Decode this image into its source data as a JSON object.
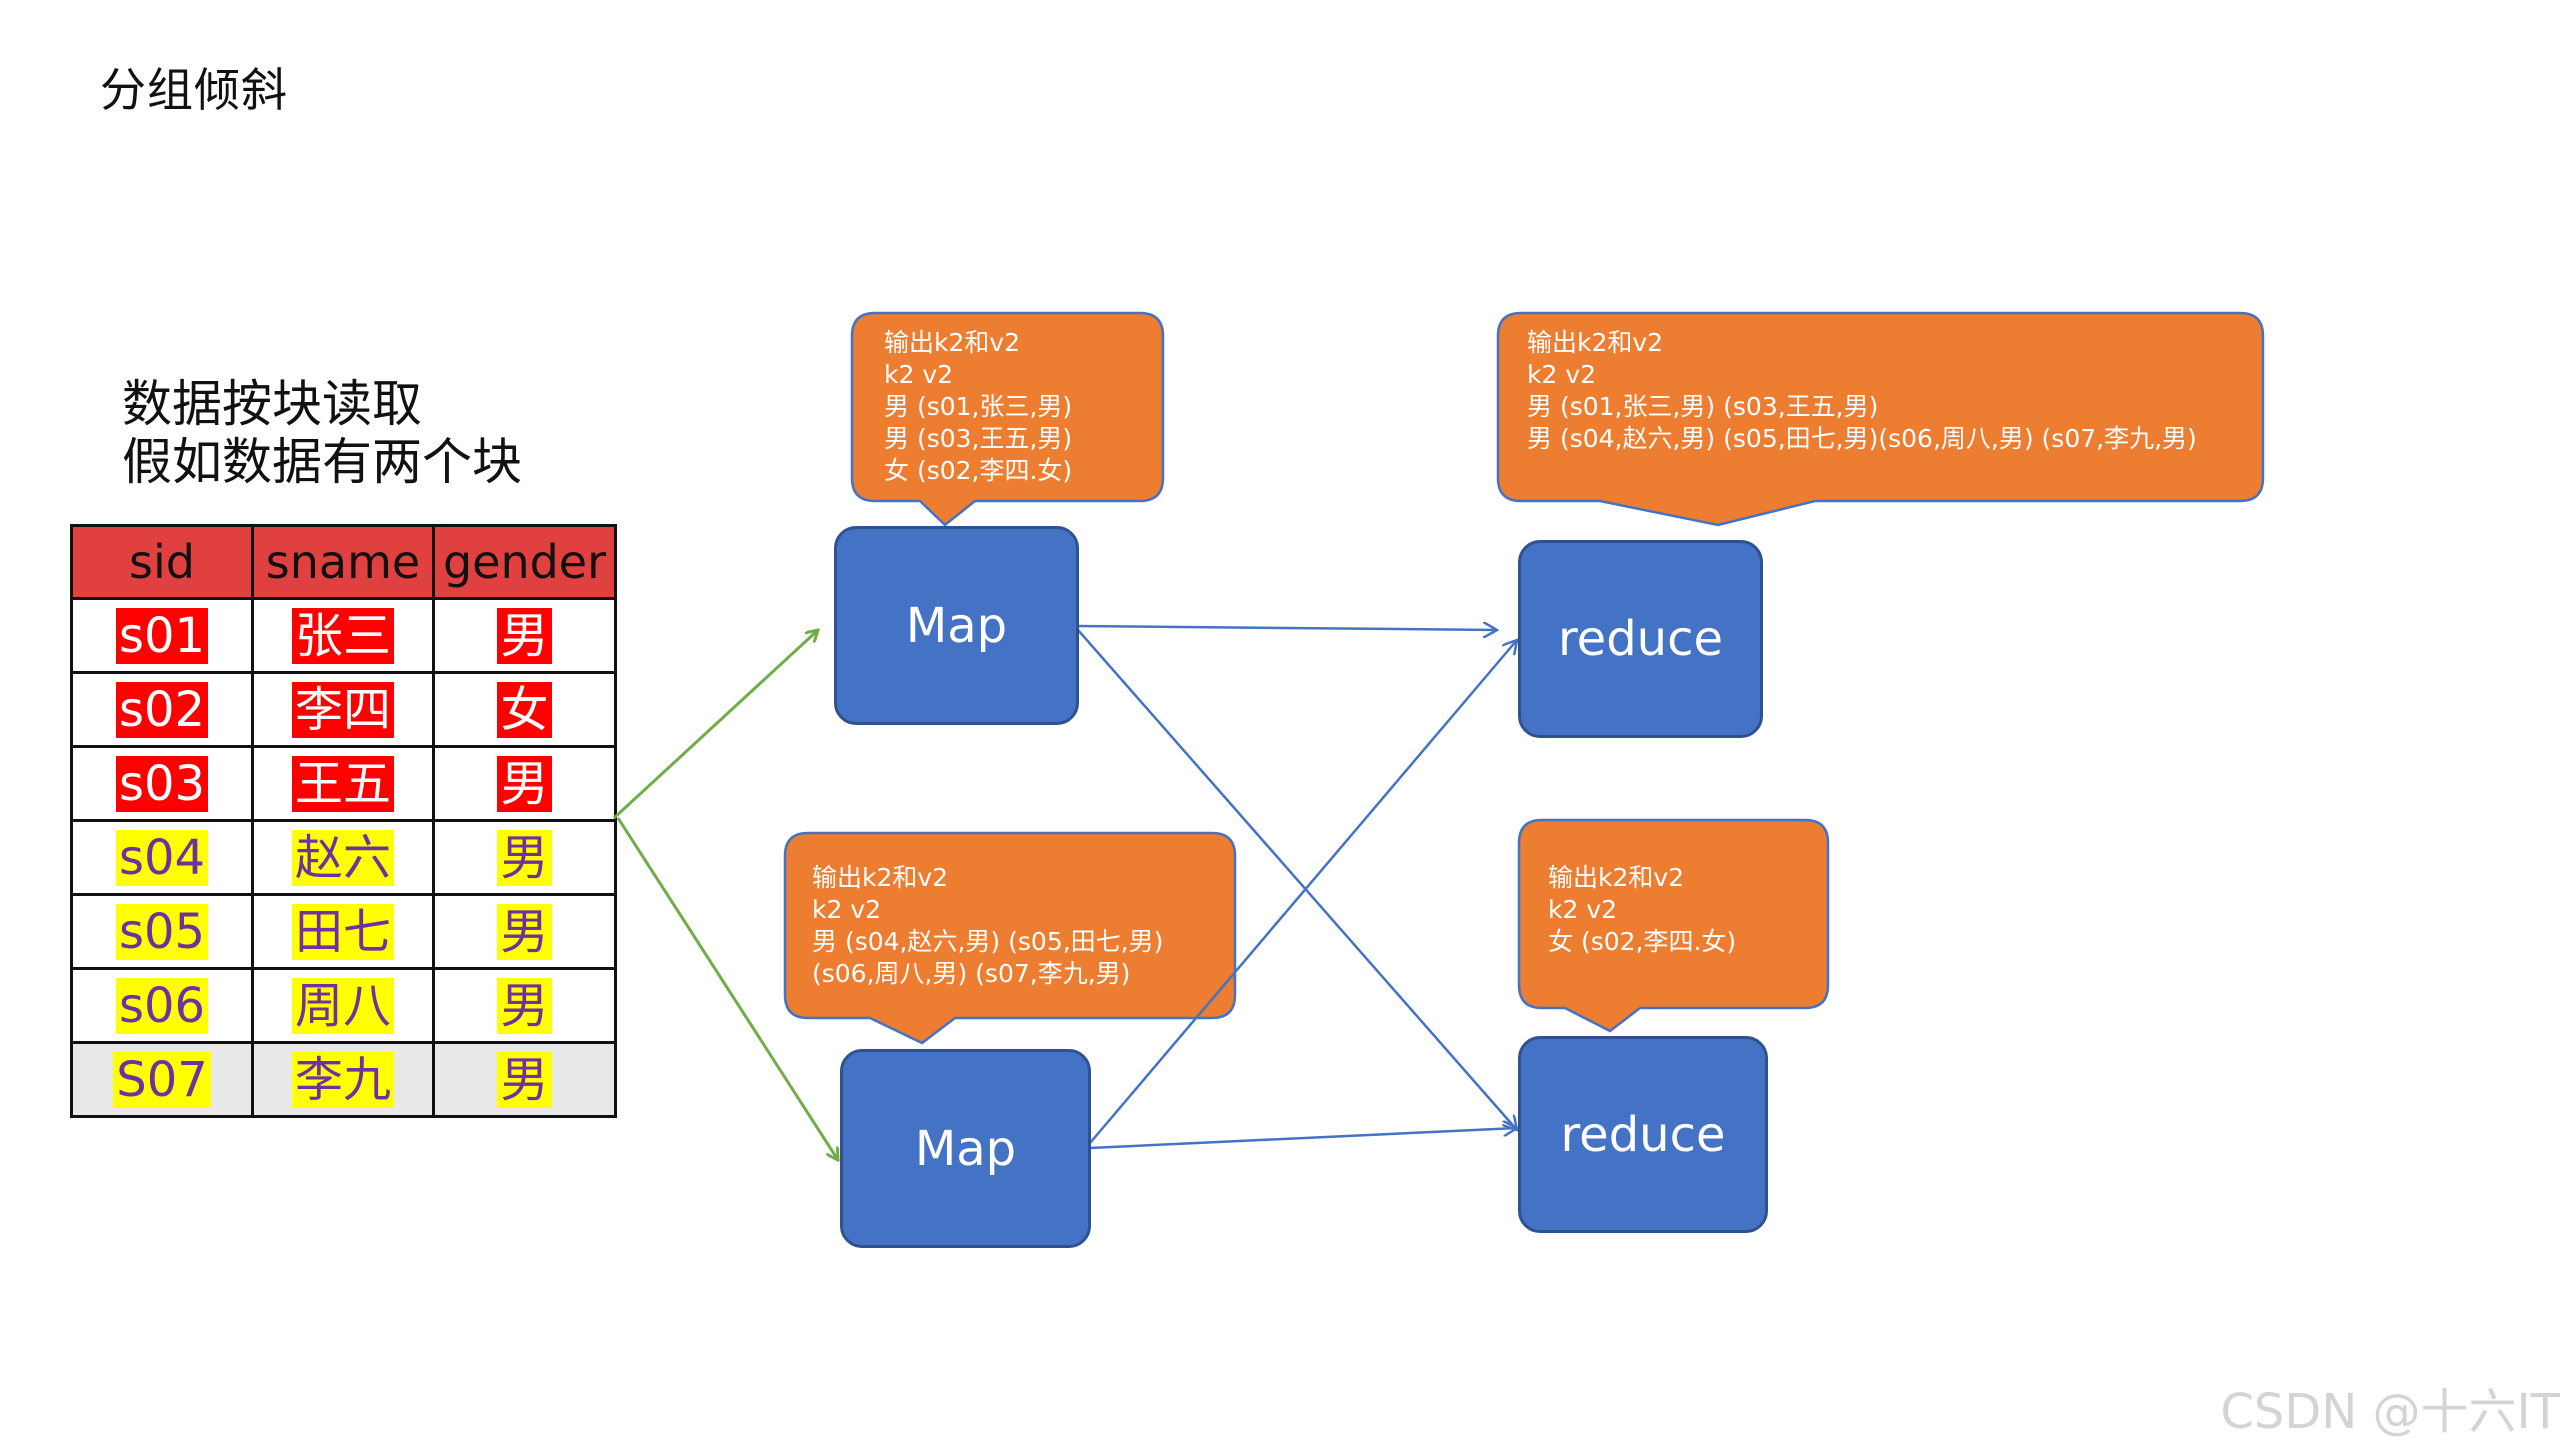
{
  "title": "分组倾斜",
  "subtitle": {
    "line1": "数据按块读取",
    "line2": "假如数据有两个块"
  },
  "table": {
    "headers": [
      "sid",
      "sname",
      "gender"
    ],
    "rows": [
      {
        "sid": "s01",
        "sname": "张三",
        "gender": "男"
      },
      {
        "sid": "s02",
        "sname": "李四",
        "gender": "女"
      },
      {
        "sid": "s03",
        "sname": "王五",
        "gender": "男"
      },
      {
        "sid": "s04",
        "sname": "赵六",
        "gender": "男"
      },
      {
        "sid": "s05",
        "sname": "田七",
        "gender": "男"
      },
      {
        "sid": "s06",
        "sname": "周八",
        "gender": "男"
      },
      {
        "sid": "S07",
        "sname": "李九",
        "gender": "男"
      }
    ]
  },
  "nodes": {
    "map1": "Map",
    "map2": "Map",
    "reduce1": "reduce",
    "reduce2": "reduce"
  },
  "callouts": {
    "map1": {
      "lines": [
        "输出k2和v2",
        "k2    v2",
        "男    (s01,张三,男)",
        "男    (s03,王五,男)",
        "女    (s02,李四.女)"
      ]
    },
    "map2": {
      "lines": [
        "输出k2和v2",
        "k2    v2",
        "男    (s04,赵六,男) (s05,田七,男)",
        " (s06,周八,男) (s07,李九,男)"
      ]
    },
    "reduce1": {
      "lines": [
        "输出k2和v2",
        "k2    v2",
        "男    (s01,张三,男) (s03,王五,男)",
        "男    (s04,赵六,男) (s05,田七,男)(s06,周八,男) (s07,李九,男)"
      ]
    },
    "reduce2": {
      "lines": [
        "输出k2和v2",
        "k2    v2",
        "女    (s02,李四.女)"
      ]
    }
  },
  "colors": {
    "node_fill": "#4472c4",
    "callout_fill": "#ed7d31",
    "split_arrow": "#70ad47",
    "shuffle_arrow": "#4472c4",
    "header_fill": "#e04040",
    "highlight_red": "#ff0000",
    "highlight_yellow": "#ffff00"
  },
  "watermark": "CSDN @十六IT"
}
